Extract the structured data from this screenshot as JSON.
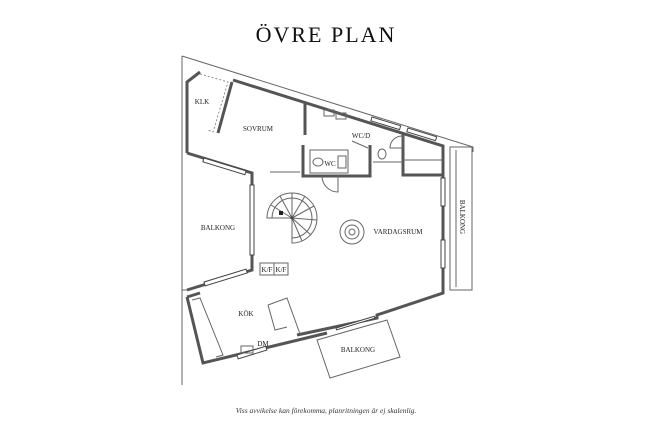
{
  "title": "ÖVRE PLAN",
  "rooms": {
    "klk": "KLK",
    "sovrum": "SOVRUM",
    "wc_d": "WC/D",
    "wc": "WC",
    "balkong_left": "BALKONG",
    "vardagsrum": "VARDAGSRUM",
    "balkong_right": "BALKONG",
    "kf1": "K/F",
    "kf2": "K/F",
    "kok": "KÖK",
    "dm": "DM",
    "balkong_bottom": "BALKONG"
  },
  "note": "Viss avvikelse kan förekomma, planritningen är ej skalenlig.",
  "colors": {
    "wall": "#555555",
    "background": "#ffffff"
  }
}
